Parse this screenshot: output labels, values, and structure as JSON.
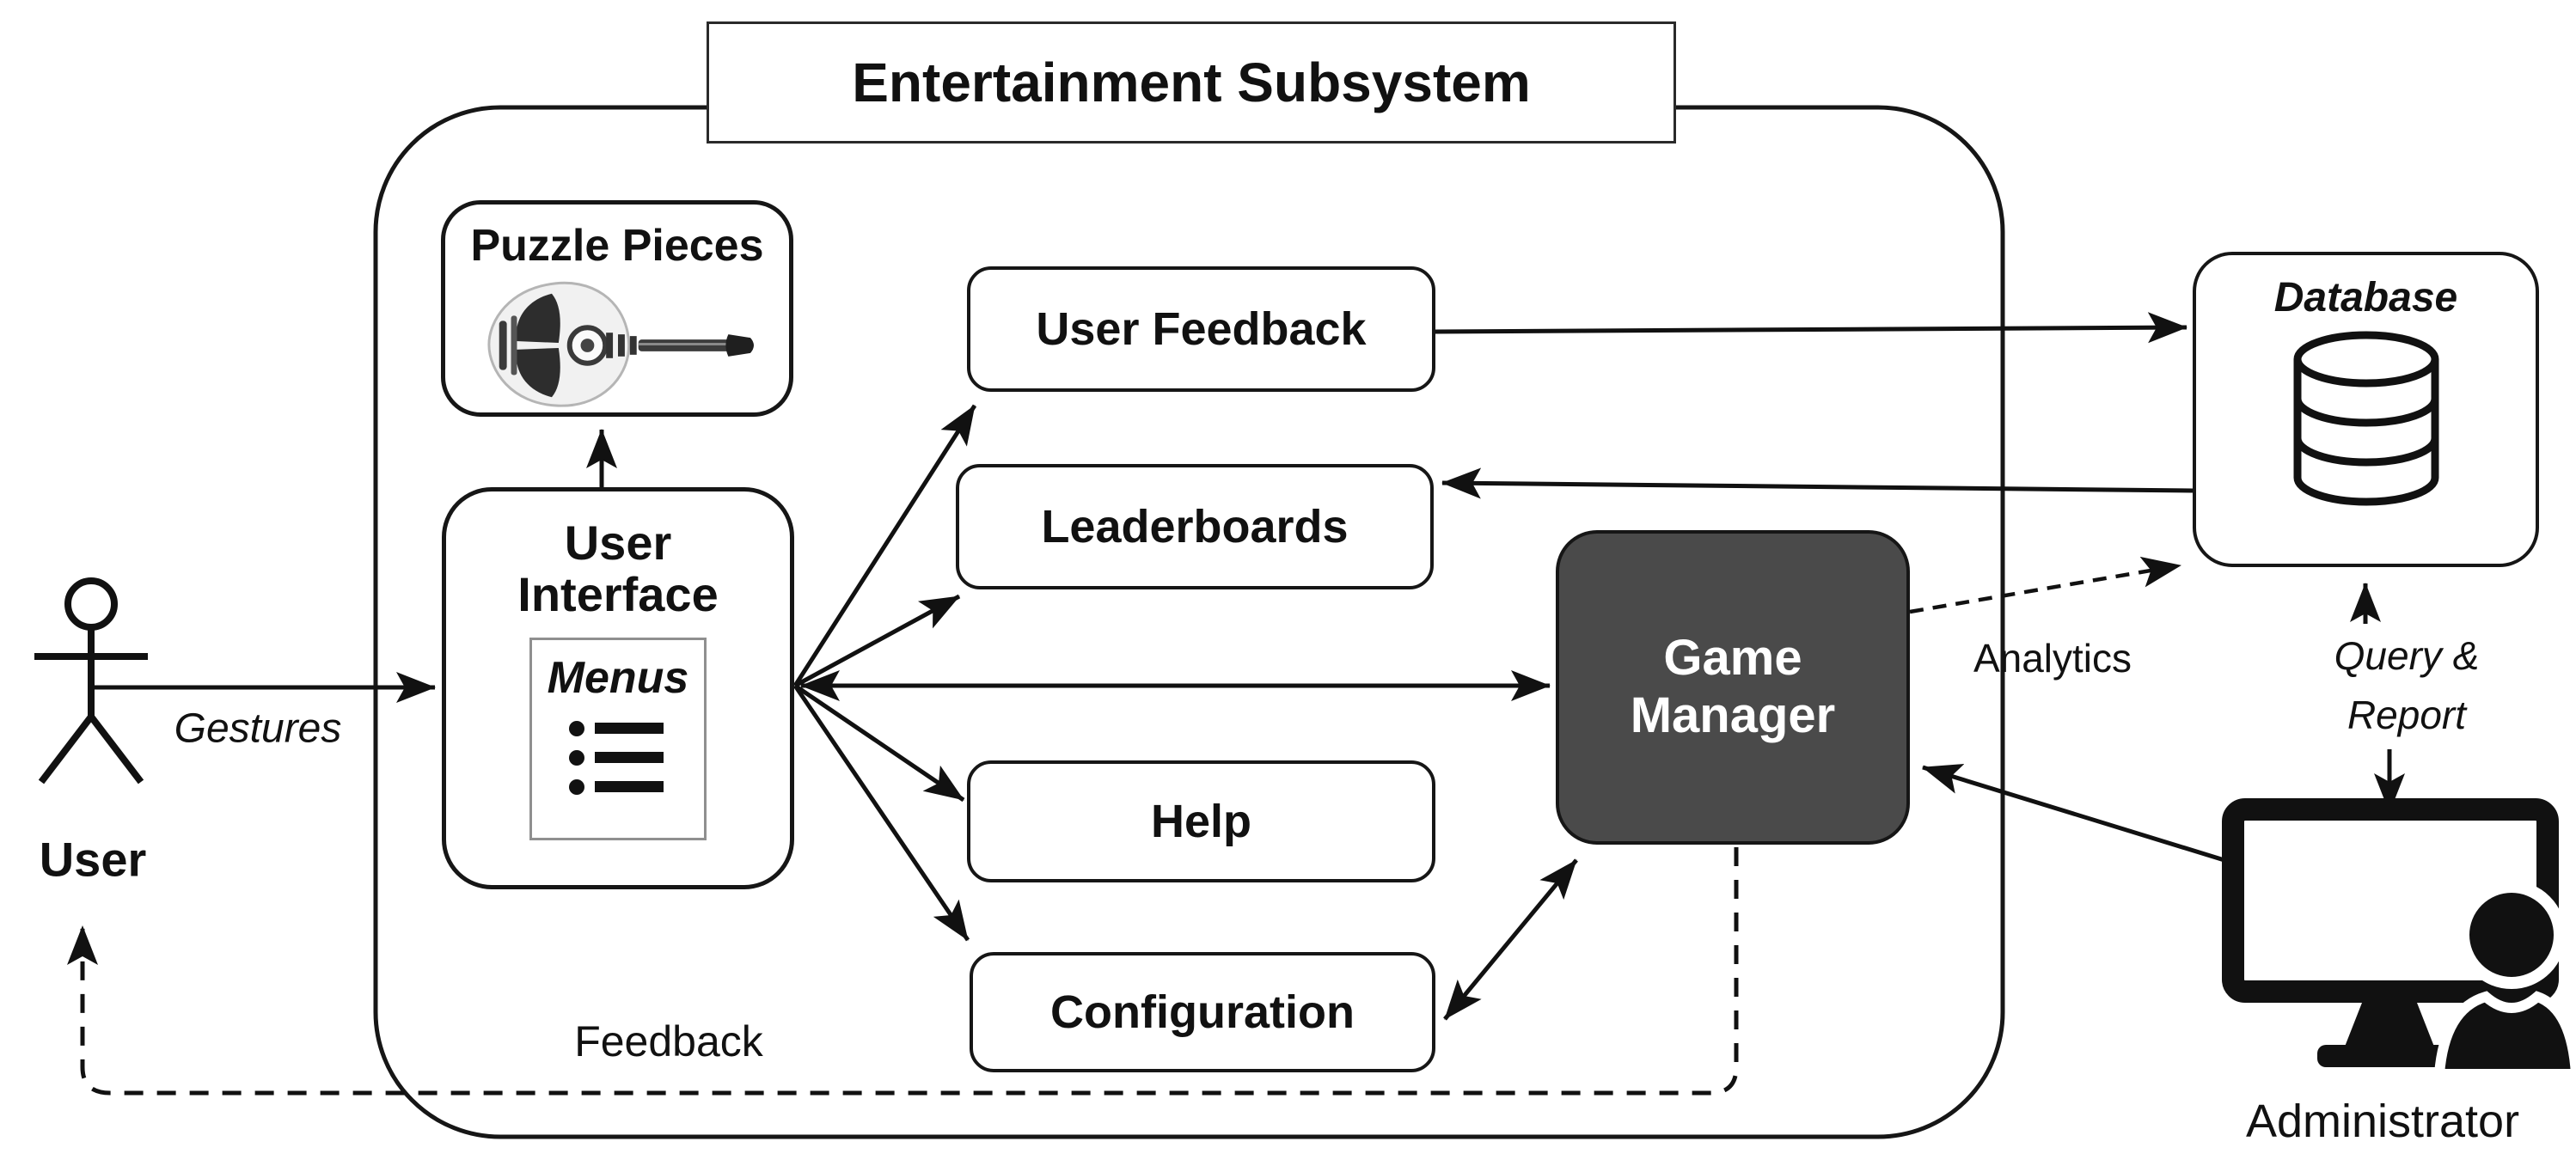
{
  "diagram": {
    "title": "Entertainment Subsystem",
    "nodes": {
      "puzzle_pieces": {
        "label": "Puzzle Pieces"
      },
      "user_interface": {
        "line1": "User",
        "line2": "Interface",
        "menus_label": "Menus"
      },
      "user_feedback": {
        "label": "User Feedback"
      },
      "leaderboards": {
        "label": "Leaderboards"
      },
      "help": {
        "label": "Help"
      },
      "configuration": {
        "label": "Configuration"
      },
      "game_manager": {
        "line1": "Game",
        "line2": "Manager"
      },
      "database": {
        "label": "Database"
      }
    },
    "actors": {
      "user": {
        "label": "User"
      },
      "administrator": {
        "label": "Administrator"
      }
    },
    "edge_labels": {
      "gestures": "Gestures",
      "feedback": "Feedback",
      "analytics": "Analytics",
      "query_report_line1": "Query &",
      "query_report_line2": "Report"
    },
    "icons": {
      "puzzle_pieces": "bouzouki-instrument-image",
      "user_interface": "bulleted-list",
      "database": "cylinder-stack",
      "user": "stick-figure-actor",
      "administrator": "monitor-with-person"
    },
    "colors": {
      "line": "#111111",
      "box_border": "#161616",
      "box_fill": "#ffffff",
      "game_manager_fill": "#4a4a4a",
      "game_manager_text": "#ffffff"
    }
  }
}
